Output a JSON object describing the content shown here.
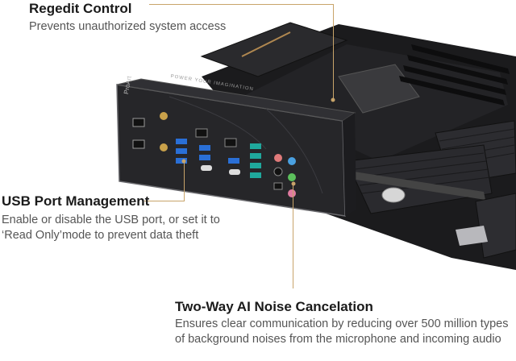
{
  "features": [
    {
      "title": "Regedit Control",
      "description": "Prevents unauthorized system access"
    },
    {
      "title": "USB Port Management",
      "description": "Enable or disable the USB port, or set it to ‘Read Only’mode to prevent data theft"
    },
    {
      "title": "Two-Way AI Noise Cancelation",
      "description": "Ensures clear communication by reducing over 500 million types of background noises from the microphone and incoming audio"
    }
  ],
  "io_shield": {
    "brand": "ProArt",
    "tagline": "POWER YOUR IMAGINATION"
  },
  "colors": {
    "leader": "#c8a46a",
    "title": "#1a1a1a",
    "description": "#555555",
    "board": "#1b1b1d"
  }
}
